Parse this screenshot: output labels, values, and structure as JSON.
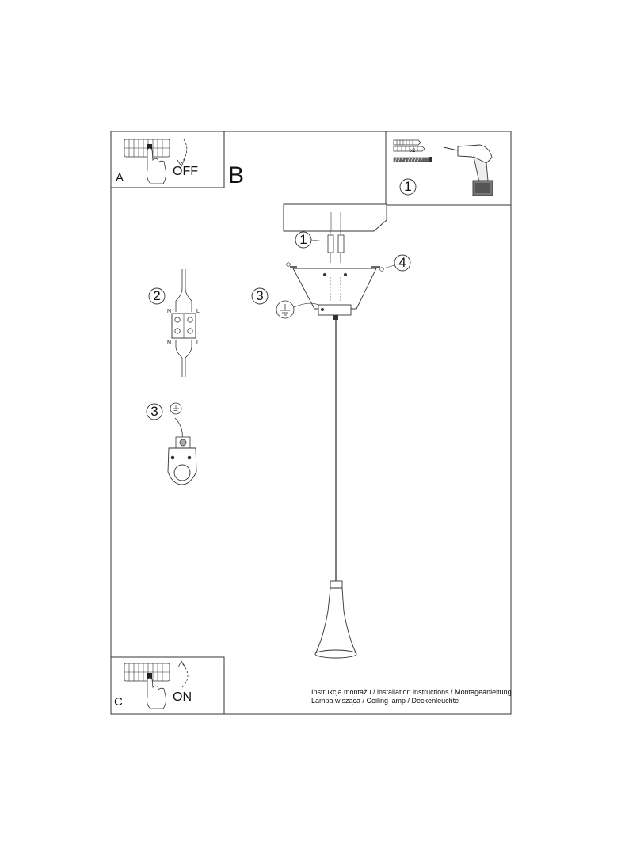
{
  "steps": {
    "a": {
      "letter": "A",
      "state": "OFF"
    },
    "b": {
      "letter": "B"
    },
    "c": {
      "letter": "C",
      "state": "ON"
    }
  },
  "tools": {
    "quantity": "x2",
    "callout": "1"
  },
  "callouts": {
    "anchor": "1",
    "screw": "4",
    "ground_main": "3",
    "terminal": "2",
    "ground_detail": "3"
  },
  "terminal_labels": {
    "neutral": "N",
    "live": "L"
  },
  "caption": {
    "line1": "Instrukcja montażu / installation instructions / Montageanleitung",
    "line2": "Lampa wisząca / Ceiling lamp / Deckenleuchte"
  }
}
